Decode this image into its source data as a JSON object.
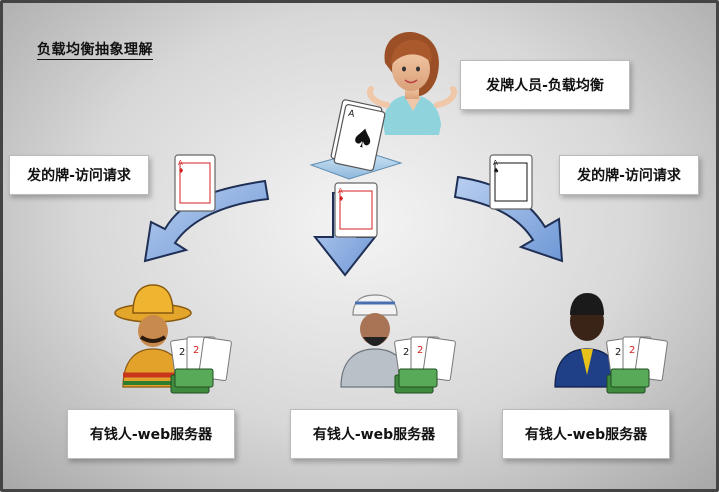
{
  "title": "负载均衡抽象理解",
  "dealer": {
    "label": "发牌人员-负载均衡"
  },
  "requests": [
    {
      "label": "发的牌-访问请求"
    },
    {
      "label": "发的牌-访问请求"
    }
  ],
  "servers": [
    {
      "label": "有钱人-web服务器"
    },
    {
      "label": "有钱人-web服务器"
    },
    {
      "label": "有钱人-web服务器"
    }
  ],
  "colors": {
    "arrow": "#8fb2e0",
    "arrow_stroke": "#1f2f55",
    "card_red": "#d21f1f",
    "money": "#3f8a3f"
  }
}
